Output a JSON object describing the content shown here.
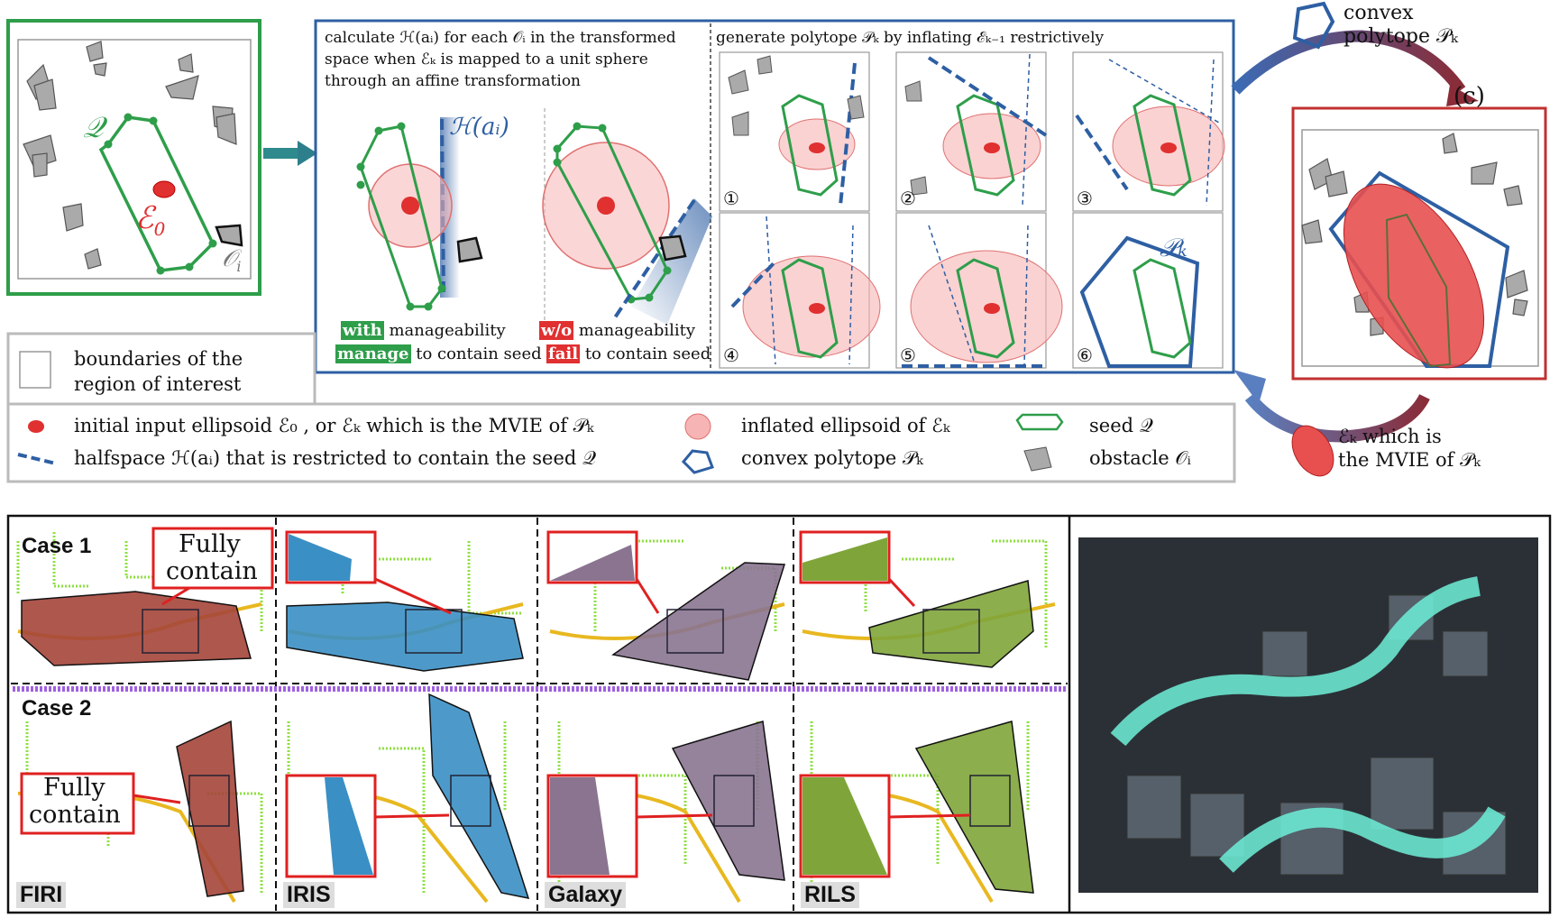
{
  "panel_a": {
    "seed_label": "𝒬",
    "ellipsoid_label": "ℰ",
    "ellipsoid_sub": "0",
    "obstacle_label": "𝒪",
    "obstacle_sub": "i"
  },
  "panel_b": {
    "title_1": "calculate ℋ(aᵢ) for each 𝒪ᵢ in the transformed",
    "title_2": "space when ℰₖ is mapped to a unit sphere",
    "title_3": "through an affine transformation",
    "halfspace_label": "ℋ(aᵢ)",
    "with_tag": "with",
    "with_text": " manageability",
    "manage_tag": "manage",
    "manage_text": " to contain seed",
    "wo_tag": "w/o",
    "wo_text": " manageability",
    "fail_tag": "fail",
    "fail_text": " to contain seed"
  },
  "panel_steps": {
    "title": "generate polytope 𝒫ₖ by inflating ℰₖ₋₁ restrictively",
    "steps": [
      "①",
      "②",
      "③",
      "④",
      "⑤",
      "⑥"
    ],
    "pk_label": "𝒫ₖ"
  },
  "panel_c": {
    "label": "(c)",
    "convex_1": "convex",
    "convex_2": "polytope 𝒫ₖ",
    "mvie_1": "ℰₖ which is",
    "mvie_2": "the MVIE of 𝒫ₖ"
  },
  "legend": {
    "boundaries_1": "boundaries of the",
    "boundaries_2": "region of interest",
    "initial": "initial input ellipsoid ℰ₀ , or ℰₖ which is the MVIE of 𝒫ₖ",
    "halfspace": "halfspace ℋ(aᵢ) that is restricted to contain the seed 𝒬",
    "inflated": "inflated ellipsoid of ℰₖ",
    "convex": "convex polytope 𝒫ₖ",
    "seed": "seed 𝒬",
    "obstacle": "obstacle 𝒪ᵢ"
  },
  "bottom": {
    "case1": "Case 1",
    "case2": "Case 2",
    "fully_1": "Fully",
    "fully_2": "contain",
    "methods": [
      "FIRI",
      "IRIS",
      "Galaxy",
      "RILS"
    ]
  },
  "colors": {
    "green": "#2e9e4a",
    "blue": "#2e5fa3",
    "red": "#e03030",
    "firi": "#a5453a",
    "iris": "#3a8fc4",
    "galaxy": "#8a7490",
    "rils": "#7fa53a"
  }
}
